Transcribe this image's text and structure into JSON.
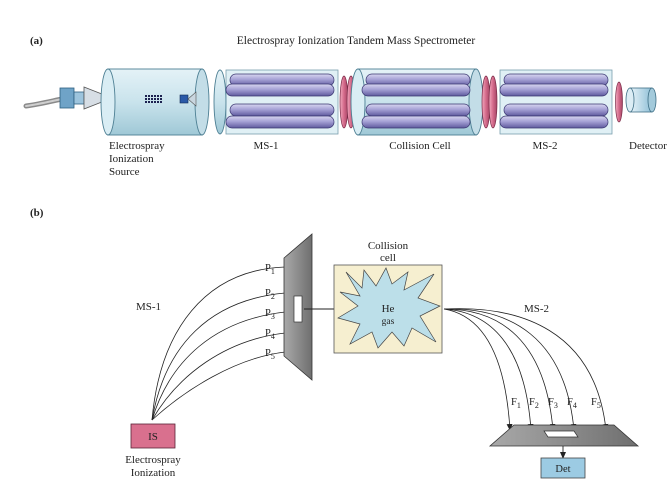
{
  "title": "Electrospray Ionization Tandem Mass Spectrometer",
  "panel_a": {
    "label": "(a)",
    "components": {
      "source": [
        "Electrospray",
        "Ionization",
        "Source"
      ],
      "ms1": "MS-1",
      "collision": "Collision Cell",
      "ms2": "MS-2",
      "detector": "Detector"
    }
  },
  "panel_b": {
    "label": "(b)",
    "ms1": "MS-1",
    "ms2": "MS-2",
    "collision_cell": [
      "Collision",
      "cell"
    ],
    "gas": [
      "He",
      "gas"
    ],
    "source_box": "IS",
    "source_label": [
      "Electrospray",
      "Ionization"
    ],
    "detector_box": "Det",
    "precursors": [
      {
        "base": "P",
        "sub": "1"
      },
      {
        "base": "P",
        "sub": "2"
      },
      {
        "base": "P",
        "sub": "3"
      },
      {
        "base": "P",
        "sub": "4"
      },
      {
        "base": "P",
        "sub": "5"
      }
    ],
    "fragments": [
      {
        "base": "F",
        "sub": "1"
      },
      {
        "base": "F",
        "sub": "2"
      },
      {
        "base": "F",
        "sub": "3"
      },
      {
        "base": "F",
        "sub": "4"
      },
      {
        "base": "F",
        "sub": "5"
      }
    ]
  },
  "colors": {
    "tube": "#c9e3ec",
    "rod": "#9b97cc",
    "ring": "#d46a8a",
    "cell_fill": "#f6efd0",
    "burst": "#bcdfe9",
    "source_box": "#d9708e",
    "detector_box": "#9ccbe3",
    "plate": "#8a8a8a"
  }
}
